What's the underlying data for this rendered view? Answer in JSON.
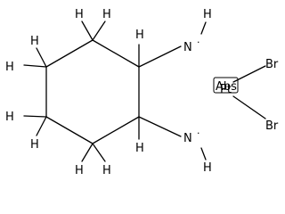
{
  "molecule": {
    "ring_h": [
      "H",
      "H",
      "H",
      "H",
      "H",
      "H",
      "H",
      "H",
      "H",
      "H"
    ],
    "amine": {
      "top_n": "N",
      "top_h": "H",
      "top_charge": "·",
      "bottom_n": "N",
      "bottom_h": "H",
      "bottom_charge": "·"
    },
    "metal": {
      "symbol": "Pt",
      "stereo_label": "Abs",
      "br_top": "Br",
      "br_bottom": "Br"
    }
  }
}
